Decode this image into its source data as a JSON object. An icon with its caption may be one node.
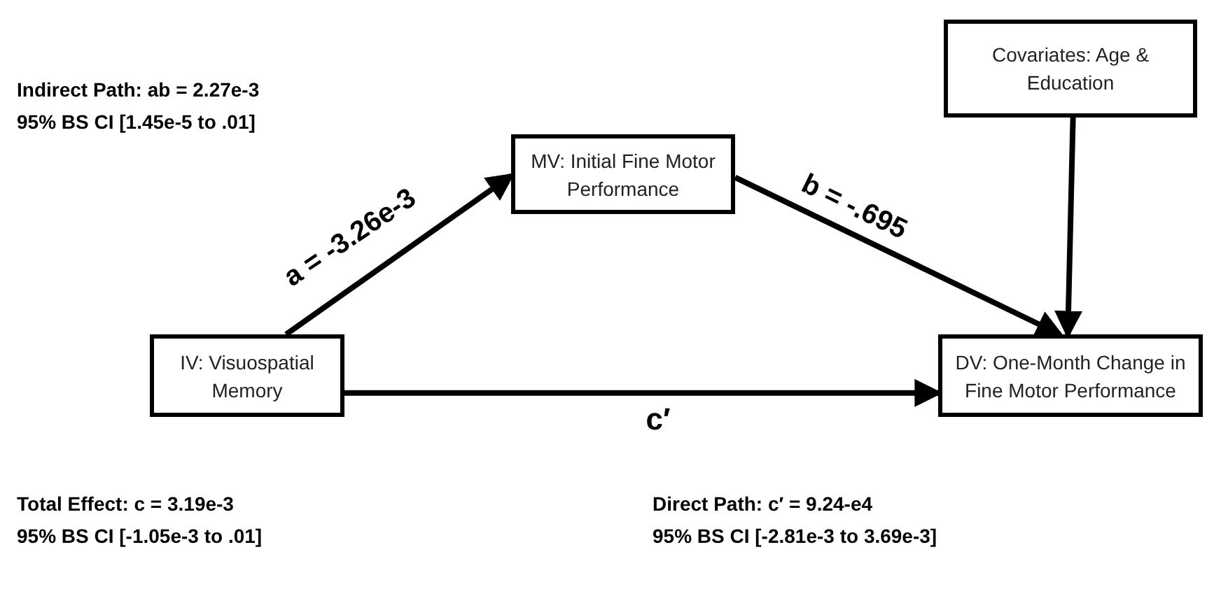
{
  "diagram": {
    "nodes": [
      {
        "text": [
          "IV: Visuospatial Memory"
        ]
      },
      {
        "text": [
          "MV: Initial Fine Motor Performance"
        ]
      },
      {
        "text": [
          "Covariates: Age & Education"
        ]
      },
      {
        "text": [
          "DV: One-Month Change in Fine Motor Performance"
        ]
      }
    ],
    "edges": [
      {
        "from": 0,
        "to": 1,
        "arrow": "to",
        "label": "a = -3.26e-3"
      },
      {
        "from": 1,
        "to": 3,
        "arrow": "to",
        "label": "b = -.695"
      },
      {
        "from": 2,
        "to": 3,
        "arrow": "to"
      },
      {
        "from": 0,
        "to": 3,
        "arrow": "to",
        "label": "c′"
      }
    ],
    "labels": [
      "Indirect Path: ab = 2.27e-3",
      "95% BS CI [1.45e-5 to .01]",
      "Total Effect: c = 3.19e-3",
      "95% BS CI [-1.05e-3 to .01]",
      "Direct Path: c′ = 9.24-e4",
      "95% BS CI [-2.81e-3 to 3.69e-3]"
    ]
  }
}
